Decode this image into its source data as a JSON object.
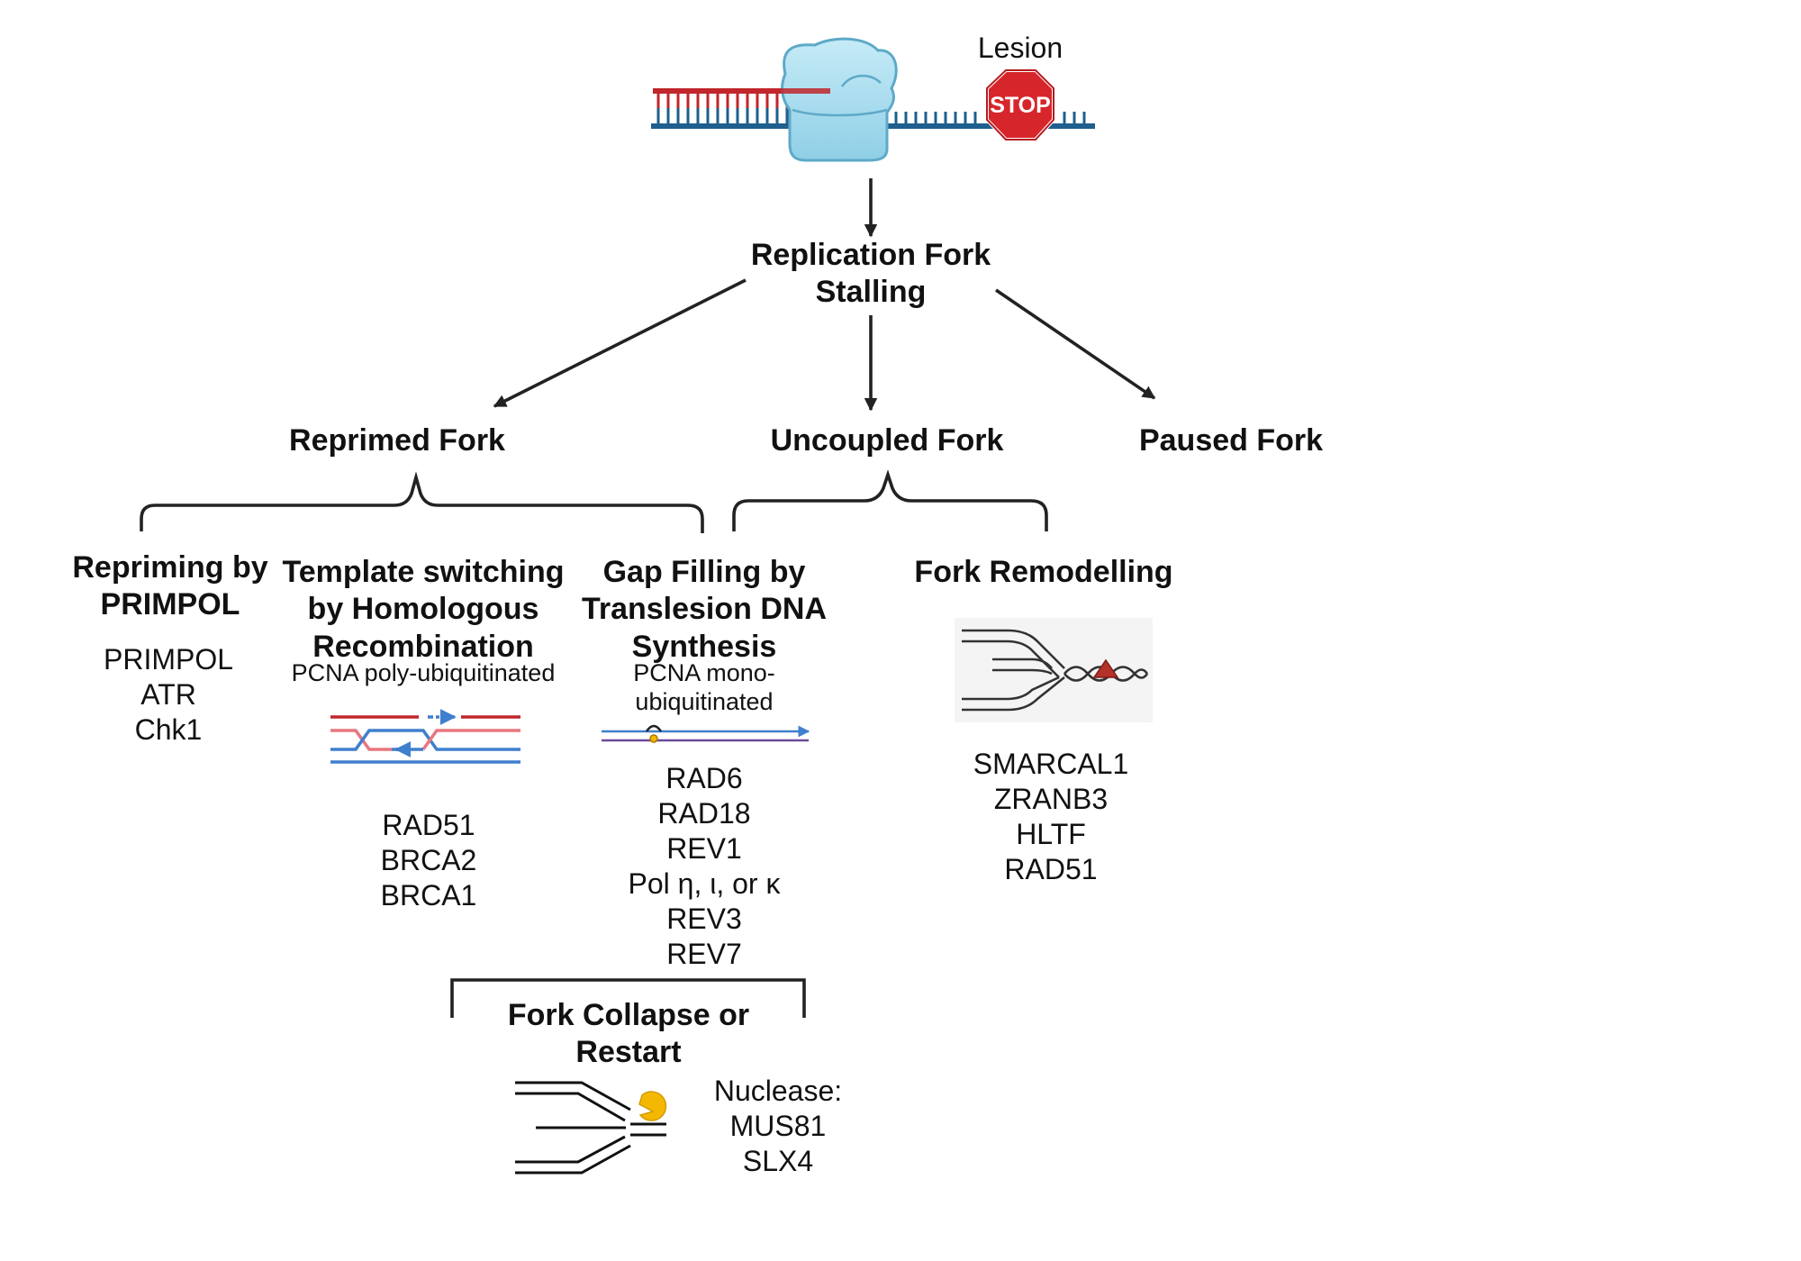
{
  "top": {
    "lesion_label": "Lesion",
    "stop_sign_text": "STOP"
  },
  "stalling": {
    "line1": "Replication Fork",
    "line2": "Stalling"
  },
  "forks": {
    "reprimed": "Reprimed Fork",
    "uncoupled": "Uncoupled Fork",
    "paused": "Paused Fork"
  },
  "pathways": {
    "repriming": {
      "title_line1": "Repriming by",
      "title_line2": "PRIMPOL",
      "factors": [
        "PRIMPOL",
        "ATR",
        "Chk1"
      ]
    },
    "template_switching": {
      "title_line1": "Template switching",
      "title_line2": "by Homologous",
      "title_line3": "Recombination",
      "subtitle": "PCNA poly-ubiquitinated",
      "factors": [
        "RAD51",
        "BRCA2",
        "BRCA1"
      ]
    },
    "gap_filling": {
      "title_line1": "Gap Filling by",
      "title_line2": "Translesion DNA",
      "title_line3": "Synthesis",
      "subtitle_line1": "PCNA mono-",
      "subtitle_line2": "ubiquitinated",
      "factors": [
        "RAD6",
        "RAD18",
        "REV1",
        "Pol η, ι, or κ",
        "REV3",
        "REV7"
      ]
    },
    "fork_remodelling": {
      "title": "Fork Remodelling",
      "factors": [
        "SMARCAL1",
        "ZRANB3",
        "HLTF",
        "RAD51"
      ]
    }
  },
  "collapse": {
    "title_line1": "Fork Collapse or",
    "title_line2": "Restart",
    "nuclease_label": "Nuclease:",
    "factors": [
      "MUS81",
      "SLX4"
    ]
  },
  "colors": {
    "new_strand": "#c0262c",
    "template_strand": "#1e5f8e",
    "polymerase": "#a9dcef",
    "polymerase_outline": "#5ea9c8",
    "stop": "#d7262b",
    "nuclease": "#f5b800",
    "pink_strand": "#e8777f",
    "blue_strand": "#3f7fce",
    "tls_purple": "#6b4a9a",
    "lesion_red": "#b5312a"
  },
  "icons": [
    "polymerase-icon",
    "stop-sign-icon",
    "template-switch-icon",
    "tls-gap-icon",
    "fork-remodel-icon",
    "nuclease-fork-icon"
  ]
}
